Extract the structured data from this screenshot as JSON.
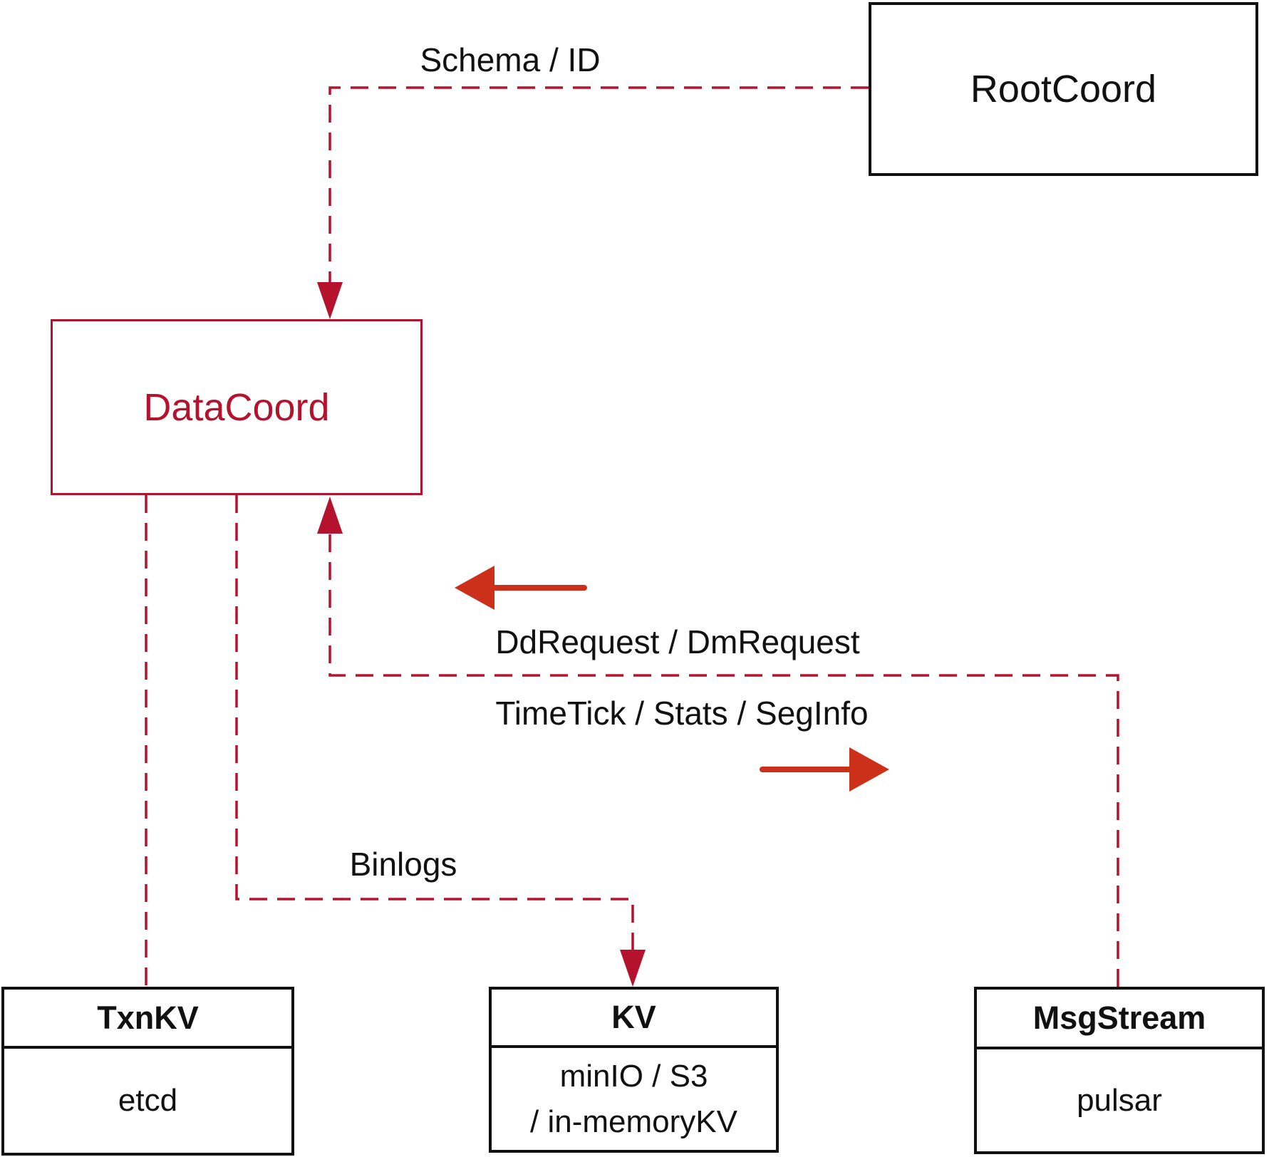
{
  "diagram": {
    "nodes": {
      "rootcoord": {
        "label": "RootCoord"
      },
      "datacoord": {
        "label": "DataCoord"
      },
      "txnkv": {
        "title": "TxnKV",
        "body": "etcd"
      },
      "kv": {
        "title": "KV",
        "body_line1": "minIO / S3",
        "body_line2": "/ in-memoryKV"
      },
      "msgstream": {
        "title": "MsgStream",
        "body": "pulsar"
      }
    },
    "edge_labels": {
      "schema_id": "Schema / ID",
      "dd_dm_request": "DdRequest / DmRequest",
      "timetick_stats_seginfo": "TimeTick / Stats / SegInfo",
      "binlogs": "Binlogs"
    },
    "colors": {
      "dashed_crimson": "#b5122d",
      "solid_arrow_red": "#cc2f1a",
      "box_border_black": "#111111",
      "text_black": "#111111",
      "background": "#ffffff"
    }
  }
}
